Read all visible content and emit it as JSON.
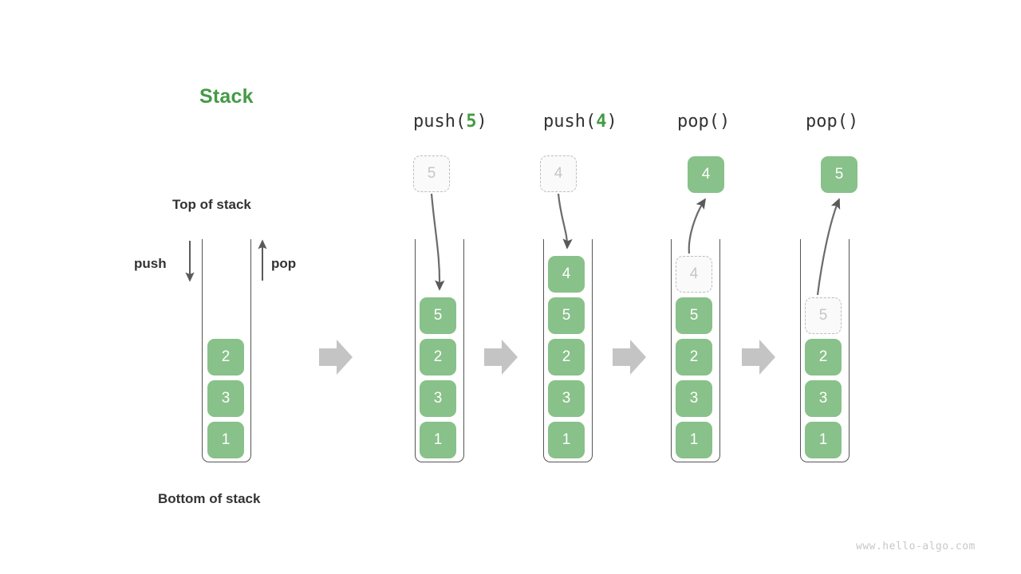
{
  "title": "Stack",
  "labels": {
    "top_of_stack": "Top of stack",
    "bottom_of_stack": "Bottom of stack",
    "push": "push",
    "pop": "pop"
  },
  "watermark": "www.hello-algo.com",
  "colors": {
    "accent_green": "#459a46",
    "cell_green": "#88c189",
    "ghost_fill": "#fafafa",
    "ghost_border": "#bdbdbd",
    "ghost_text": "#c6c6c6",
    "text_dark": "#333333",
    "arrow_gray": "#5a5a5a",
    "separator_gray": "#c4c4c4",
    "container_stroke": "#555555"
  },
  "initial_stack": {
    "name": "initial",
    "cells_bottom_to_top": [
      "1",
      "3",
      "2"
    ]
  },
  "steps": [
    {
      "op_prefix": "push(",
      "op_arg": "5",
      "op_suffix": ")",
      "op_text": "push(5)",
      "kind": "push",
      "incoming_value": "5",
      "cells_bottom_to_top": [
        "1",
        "3",
        "2",
        "5"
      ],
      "ghost_index": -1
    },
    {
      "op_prefix": "push(",
      "op_arg": "4",
      "op_suffix": ")",
      "op_text": "push(4)",
      "kind": "push",
      "incoming_value": "4",
      "cells_bottom_to_top": [
        "1",
        "3",
        "2",
        "5",
        "4"
      ],
      "ghost_index": -1
    },
    {
      "op_prefix": "pop(",
      "op_arg": "",
      "op_suffix": ")",
      "op_text": "pop()",
      "kind": "pop",
      "outgoing_value": "4",
      "cells_bottom_to_top": [
        "1",
        "3",
        "2",
        "5",
        "4"
      ],
      "ghost_index": 4
    },
    {
      "op_prefix": "pop(",
      "op_arg": "",
      "op_suffix": ")",
      "op_text": "pop()",
      "kind": "pop",
      "outgoing_value": "5",
      "cells_bottom_to_top": [
        "1",
        "3",
        "2",
        "5"
      ],
      "ghost_index": 3
    }
  ],
  "separator_arrows": [
    "step-arrow-1",
    "step-arrow-2",
    "step-arrow-3",
    "step-arrow-4"
  ]
}
